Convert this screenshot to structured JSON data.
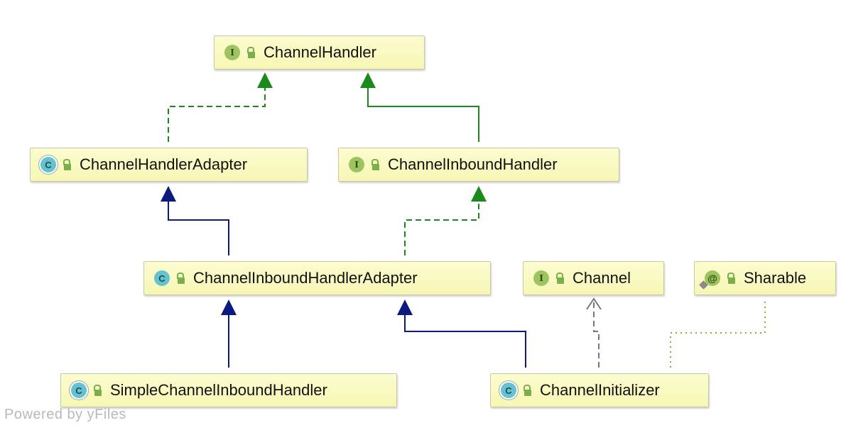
{
  "watermark": "Powered by yFiles",
  "nodes": {
    "channel_handler": {
      "label": "ChannelHandler",
      "kind": "interface",
      "badge": "I"
    },
    "channel_handler_adapter": {
      "label": "ChannelHandlerAdapter",
      "kind": "abstract-class",
      "badge": "C"
    },
    "channel_inbound_handler": {
      "label": "ChannelInboundHandler",
      "kind": "interface",
      "badge": "I"
    },
    "channel_inbound_handler_adapter": {
      "label": "ChannelInboundHandlerAdapter",
      "kind": "class",
      "badge": "C"
    },
    "channel": {
      "label": "Channel",
      "kind": "interface",
      "badge": "I"
    },
    "sharable": {
      "label": "Sharable",
      "kind": "annotation",
      "badge": "@"
    },
    "simple_channel_inbound_handler": {
      "label": "SimpleChannelInboundHandler",
      "kind": "abstract-class",
      "badge": "C"
    },
    "channel_initializer": {
      "label": "ChannelInitializer",
      "kind": "abstract-class",
      "badge": "C"
    }
  },
  "relations": [
    {
      "from": "ChannelHandlerAdapter",
      "to": "ChannelHandler",
      "type": "implements"
    },
    {
      "from": "ChannelInboundHandler",
      "to": "ChannelHandler",
      "type": "extends-interface"
    },
    {
      "from": "ChannelInboundHandlerAdapter",
      "to": "ChannelHandlerAdapter",
      "type": "extends"
    },
    {
      "from": "ChannelInboundHandlerAdapter",
      "to": "ChannelInboundHandler",
      "type": "implements"
    },
    {
      "from": "SimpleChannelInboundHandler",
      "to": "ChannelInboundHandlerAdapter",
      "type": "extends"
    },
    {
      "from": "ChannelInitializer",
      "to": "ChannelInboundHandlerAdapter",
      "type": "extends"
    },
    {
      "from": "ChannelInitializer",
      "to": "Channel",
      "type": "uses"
    },
    {
      "from": "ChannelInitializer",
      "to": "Sharable",
      "type": "annotated-with"
    }
  ],
  "colors": {
    "node_fill": "#f7f7b4",
    "interface_badge": "#9dc55f",
    "class_badge": "#64c3cf",
    "implements_edge": "#1a8a1a",
    "extends_edge": "#0a1a80",
    "uses_edge": "#777777",
    "annotation_edge": "#9aa832"
  }
}
